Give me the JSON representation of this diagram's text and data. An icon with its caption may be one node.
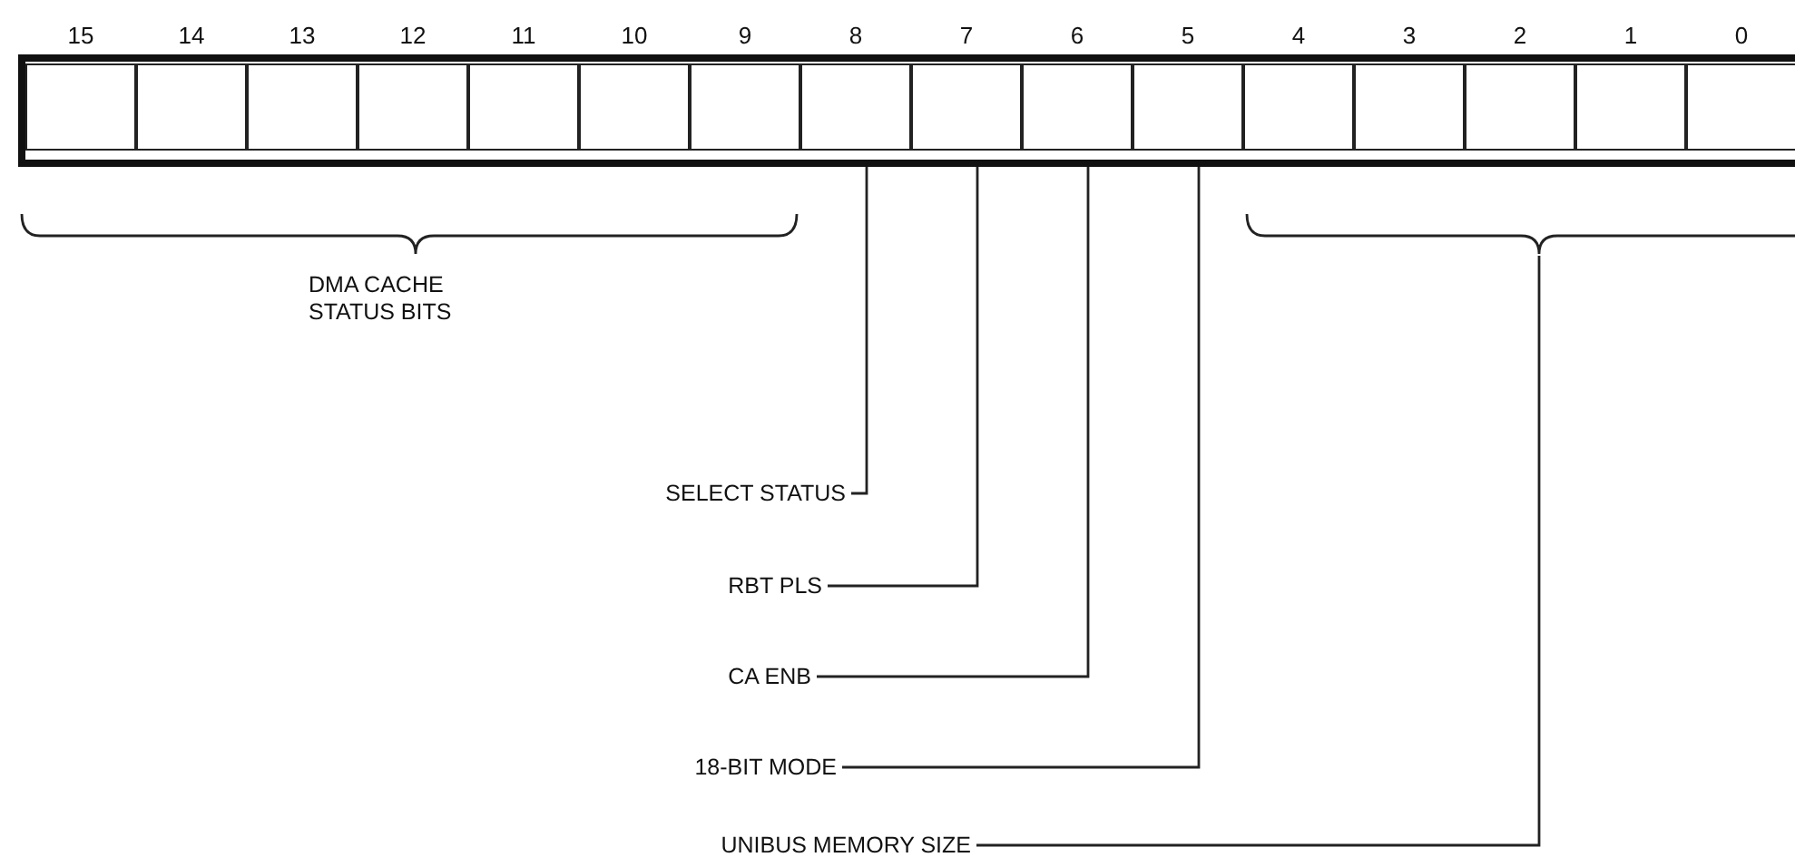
{
  "diagram": {
    "nodes": [
      {
        "text": [
          "15"
        ]
      },
      {
        "text": [
          "14"
        ]
      },
      {
        "text": [
          "13"
        ]
      },
      {
        "text": [
          "12"
        ]
      },
      {
        "text": [
          "11"
        ]
      },
      {
        "text": [
          "10"
        ]
      },
      {
        "text": [
          "9"
        ]
      },
      {
        "text": [
          "8"
        ]
      },
      {
        "text": [
          "7"
        ]
      },
      {
        "text": [
          "6"
        ]
      },
      {
        "text": [
          "5"
        ]
      },
      {
        "text": [
          "4"
        ]
      },
      {
        "text": [
          "3"
        ]
      },
      {
        "text": [
          "2"
        ]
      },
      {
        "text": [
          "1"
        ]
      },
      {
        "text": [
          "0"
        ]
      },
      {
        "text": [
          "SELECT STATUS"
        ]
      },
      {
        "text": [
          "RBT PLS"
        ]
      },
      {
        "text": [
          "CA ENB"
        ]
      },
      {
        "text": [
          "18-BIT MODE"
        ]
      },
      {
        "text": [
          "UNIBUS MEMORY SIZE"
        ]
      },
      {
        "text": [],
        "shape": "bracket"
      }
    ],
    "edges": [
      {
        "from": 16,
        "to": 7,
        "arrow": "none"
      },
      {
        "from": 17,
        "to": 8,
        "arrow": "none"
      },
      {
        "from": 18,
        "to": 9,
        "arrow": "none"
      },
      {
        "from": 19,
        "to": 10,
        "arrow": "none"
      },
      {
        "from": 20,
        "to": 21,
        "arrow": "none"
      }
    ],
    "labels": [
      "DMA CACHE STATUS BITS"
    ]
  }
}
